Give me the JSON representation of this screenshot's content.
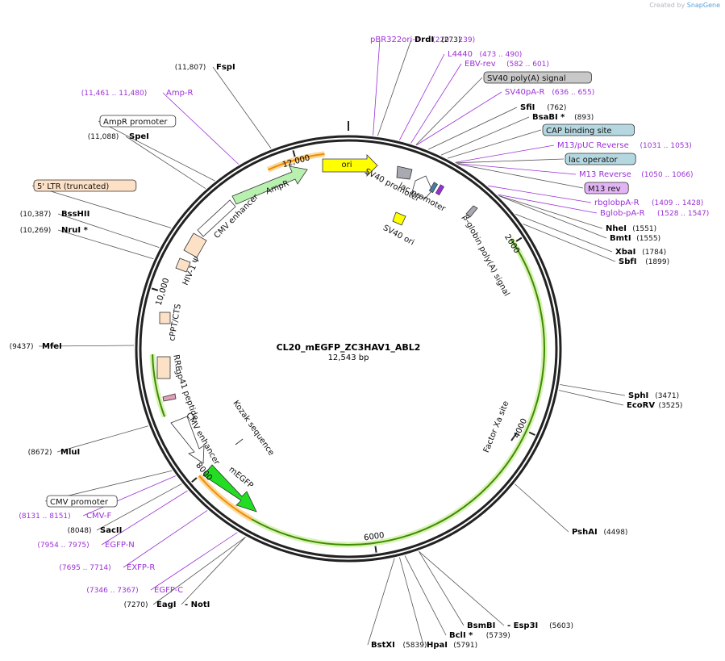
{
  "header": {
    "created_by": "Created by",
    "brand": "SnapGene"
  },
  "plasmid": {
    "name": "CL20_mEGFP_ZC3HAV1_ABL2",
    "length": "12,543 bp",
    "total_bp": 12543
  },
  "colors": {
    "purple": "#9b30d6",
    "ori_yellow": "#ffff00",
    "amp_green": "#b8f0b0",
    "egfp_green": "#22dd22",
    "ltr_fill": "#fde1c7",
    "orange_arc": "#f08c00",
    "green_arc": "#3c8c00",
    "label_fill": "#b4d7e0"
  },
  "ticks": [
    {
      "label": "2000",
      "pos": 2000
    },
    {
      "label": "4000",
      "pos": 4000
    },
    {
      "label": "6000",
      "pos": 6000
    },
    {
      "label": "8000",
      "pos": 8000
    },
    {
      "label": "10,000",
      "pos": 10000
    },
    {
      "label": "12,000",
      "pos": 12000
    }
  ],
  "labels": [
    {
      "type": "primer",
      "name": "pBR322ori-F",
      "range": "(220 .. 239)"
    },
    {
      "type": "enzyme",
      "name": "DrdI",
      "range": "(273)"
    },
    {
      "type": "primer",
      "name": "L4440",
      "range": "(473 .. 490)"
    },
    {
      "type": "primer",
      "name": "EBV-rev",
      "range": "(582 .. 601)"
    },
    {
      "type": "feature",
      "name": "SV40 poly(A) signal",
      "style": "gray"
    },
    {
      "type": "primer",
      "name": "SV40pA-R",
      "range": "(636 .. 655)"
    },
    {
      "type": "enzyme",
      "name": "SfiI",
      "range": "(762)"
    },
    {
      "type": "enzyme",
      "name": "BsaBI *",
      "range": "(893)"
    },
    {
      "type": "feature",
      "name": "CAP binding site",
      "style": "blue"
    },
    {
      "type": "primer",
      "name": "M13/pUC Reverse",
      "range": "(1031 .. 1053)"
    },
    {
      "type": "feature",
      "name": "lac operator",
      "style": "blue"
    },
    {
      "type": "primer",
      "name": "M13 Reverse",
      "range": "(1050 .. 1066)"
    },
    {
      "type": "feature",
      "name": "M13 rev",
      "style": "purple"
    },
    {
      "type": "primer",
      "name": "rbglobpA-R",
      "range": "(1409 .. 1428)"
    },
    {
      "type": "primer",
      "name": "Bglob-pA-R",
      "range": "(1528 .. 1547)"
    },
    {
      "type": "enzyme",
      "name": "NheI",
      "range": "(1551)"
    },
    {
      "type": "enzyme",
      "name": "BmtI",
      "range": "(1555)"
    },
    {
      "type": "enzyme",
      "name": "XbaI",
      "range": "(1784)"
    },
    {
      "type": "enzyme",
      "name": "SbfI",
      "range": "(1899)"
    },
    {
      "type": "enzyme",
      "name": "SphI",
      "range": "(3471)"
    },
    {
      "type": "enzyme",
      "name": "EcoRV",
      "range": "(3525)"
    },
    {
      "type": "enzyme",
      "name": "PshAI",
      "range": "(4498)"
    },
    {
      "type": "enzyme",
      "name": "BsmBI",
      "range": ""
    },
    {
      "type": "enzyme",
      "name": "- Esp3I",
      "range": "(5603)"
    },
    {
      "type": "enzyme",
      "name": "BclI *",
      "range": "(5739)"
    },
    {
      "type": "enzyme",
      "name": "HpaI",
      "range": "(5791)"
    },
    {
      "type": "enzyme",
      "name": "BstXI",
      "range": "(5839)"
    },
    {
      "type": "enzyme",
      "name": "EagI",
      "range": "(7270)"
    },
    {
      "type": "enzyme",
      "name": "- NotI",
      "range": ""
    },
    {
      "type": "primer",
      "name": "EGFP-C",
      "range": "(7346 .. 7367)"
    },
    {
      "type": "primer",
      "name": "EXFP-R",
      "range": "(7695 .. 7714)"
    },
    {
      "type": "primer",
      "name": "EGFP-N",
      "range": "(7954 .. 7975)"
    },
    {
      "type": "enzyme",
      "name": "SacII",
      "range": "(8048)"
    },
    {
      "type": "primer",
      "name": "CMV-F",
      "range": "(8131 .. 8151)"
    },
    {
      "type": "feature",
      "name": "CMV promoter",
      "style": "white"
    },
    {
      "type": "enzyme",
      "name": "MluI",
      "range": "(8672)"
    },
    {
      "type": "enzyme",
      "name": "MfeI",
      "range": "(9437)"
    },
    {
      "type": "enzyme",
      "name": "NruI *",
      "range": "(10,269)"
    },
    {
      "type": "enzyme",
      "name": "BssHII",
      "range": "(10,387)"
    },
    {
      "type": "feature",
      "name": "5' LTR (truncated)",
      "style": "orange"
    },
    {
      "type": "enzyme",
      "name": "SpeI",
      "range": "(11,088)"
    },
    {
      "type": "feature",
      "name": "AmpR promoter",
      "style": "white"
    },
    {
      "type": "primer",
      "name": "Amp-R",
      "range": "(11,461 .. 11,480)"
    },
    {
      "type": "enzyme",
      "name": "FspI",
      "range": "(11,807)"
    }
  ],
  "inner_labels": [
    "ori",
    "SV40 promoter",
    "lac promoter",
    "SV40 ori",
    "β-globin poly(A) signal",
    "AmpR",
    "CMV enhancer",
    "HIV-1 Ψ",
    "cPPT/CTS",
    "RRE",
    "gp41 peptide",
    "CMV enhancer",
    "Kozak sequence",
    "mEGFP",
    "Factor Xa site"
  ]
}
